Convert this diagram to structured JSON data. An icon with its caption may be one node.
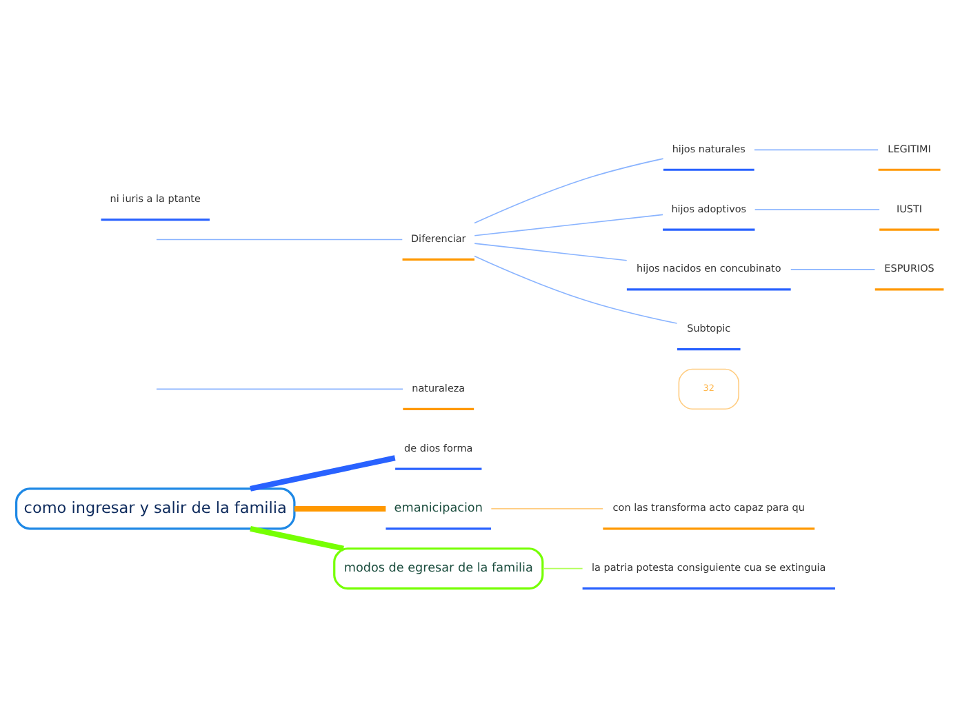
{
  "diagram": {
    "nodes": [
      {
        "text": [
          "como ingresar y salir de la familia"
        ]
      },
      {
        "text": [
          "de dios forma"
        ]
      },
      {
        "text": [
          "naturaleza"
        ]
      },
      {
        "text": [
          "Diferenciar"
        ]
      },
      {
        "text": [
          "hijos naturales"
        ]
      },
      {
        "text": [
          "hijos adoptivos"
        ]
      },
      {
        "text": [
          "hijos nacidos en concubinato"
        ]
      },
      {
        "text": [
          "Subtopic"
        ]
      },
      {
        "text": [
          "LEGITIMI"
        ]
      },
      {
        "text": [
          "IUSTI"
        ]
      },
      {
        "text": [
          "ESPURIOS"
        ]
      },
      {
        "text": [
          "ni iuris a la ptante"
        ]
      },
      {
        "text": [
          "emanicipacion"
        ]
      },
      {
        "text": [
          "con las transforma acto capaz para qu"
        ]
      },
      {
        "text": [
          "modos de egresar de la familia"
        ]
      },
      {
        "text": [
          "la patria potesta consiguiente cua se extinguia"
        ]
      }
    ],
    "edges": [
      {
        "from": 0,
        "to": 1,
        "arrow": "none",
        "style": "thick",
        "color": "#2962ff"
      },
      {
        "from": null,
        "to": 2,
        "arrow": "none"
      },
      {
        "from": null,
        "to": 3,
        "arrow": "none"
      },
      {
        "from": 3,
        "to": 4,
        "arrow": "none"
      },
      {
        "from": 3,
        "to": 5,
        "arrow": "none"
      },
      {
        "from": 3,
        "to": 6,
        "arrow": "none"
      },
      {
        "from": 3,
        "to": 7,
        "arrow": "none"
      },
      {
        "from": 4,
        "to": 8,
        "arrow": "none"
      },
      {
        "from": 5,
        "to": 9,
        "arrow": "none"
      },
      {
        "from": 6,
        "to": 10,
        "arrow": "none"
      },
      {
        "from": 0,
        "to": 12,
        "arrow": "none",
        "style": "thick",
        "color": "#ff9800"
      },
      {
        "from": 12,
        "to": 13,
        "arrow": "none",
        "color": "#ffcc80"
      },
      {
        "from": 0,
        "to": 14,
        "arrow": "none",
        "style": "thick",
        "color": "#76ff03"
      },
      {
        "from": 14,
        "to": 15,
        "arrow": "none",
        "color": "#b2ff59"
      }
    ],
    "labels": [
      "32"
    ]
  }
}
